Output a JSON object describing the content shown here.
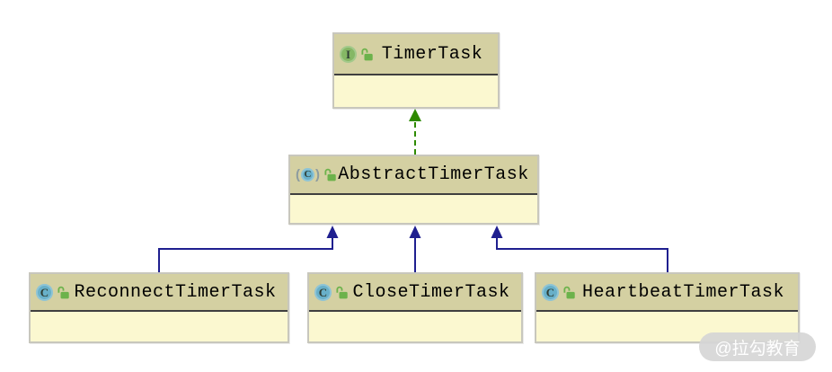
{
  "diagram": {
    "kind": "uml-class-diagram",
    "nodes": [
      {
        "id": "timertask",
        "name": "TimerTask",
        "stereotype": "interface",
        "icon": "interface-icon",
        "icon_letter": "I",
        "locked": false
      },
      {
        "id": "abstracttimertask",
        "name": "AbstractTimerTask",
        "stereotype": "abstract-class",
        "icon": "abstract-class-icon",
        "icon_letter": "C",
        "locked": false
      },
      {
        "id": "reconnecttimertask",
        "name": "ReconnectTimerTask",
        "stereotype": "class",
        "icon": "class-icon",
        "icon_letter": "C",
        "locked": false
      },
      {
        "id": "closetimertask",
        "name": "CloseTimerTask",
        "stereotype": "class",
        "icon": "class-icon",
        "icon_letter": "C",
        "locked": false
      },
      {
        "id": "heartbeattimertask",
        "name": "HeartbeatTimerTask",
        "stereotype": "class",
        "icon": "class-icon",
        "icon_letter": "C",
        "locked": false
      }
    ],
    "icon_glyphs": {
      "paren_open": "(",
      "paren_close": ")"
    },
    "edges": [
      {
        "from": "AbstractTimerTask",
        "to": "TimerTask",
        "type": "implements",
        "style": "dashed-arrow",
        "color": "#2f8a00"
      },
      {
        "from": "ReconnectTimerTask",
        "to": "AbstractTimerTask",
        "type": "extends",
        "style": "solid-arrow",
        "color": "#1f1f8f"
      },
      {
        "from": "CloseTimerTask",
        "to": "AbstractTimerTask",
        "type": "extends",
        "style": "solid-arrow",
        "color": "#1f1f8f"
      },
      {
        "from": "HeartbeatTimerTask",
        "to": "AbstractTimerTask",
        "type": "extends",
        "style": "solid-arrow",
        "color": "#1f1f8f"
      }
    ],
    "watermark": {
      "label": "@拉勾教育"
    }
  },
  "colors": {
    "canvas_bg": "#ffffff",
    "header_fill": "#d4d0a2",
    "body_fill": "#fbf8d0",
    "node_border": "#c8c7bd",
    "divider": "#3f3f3f",
    "implements_green": "#2f8a00",
    "extends_blue": "#1f1f8f",
    "interface_green": "#85b765",
    "class_blue": "#68b0c9",
    "lock_green": "#6cb24b",
    "icon_letter": "#2f3d33",
    "paren_gray": "#8d9c9f",
    "watermark_bg": "#d6d6d6",
    "watermark_text": "#ffffff"
  }
}
